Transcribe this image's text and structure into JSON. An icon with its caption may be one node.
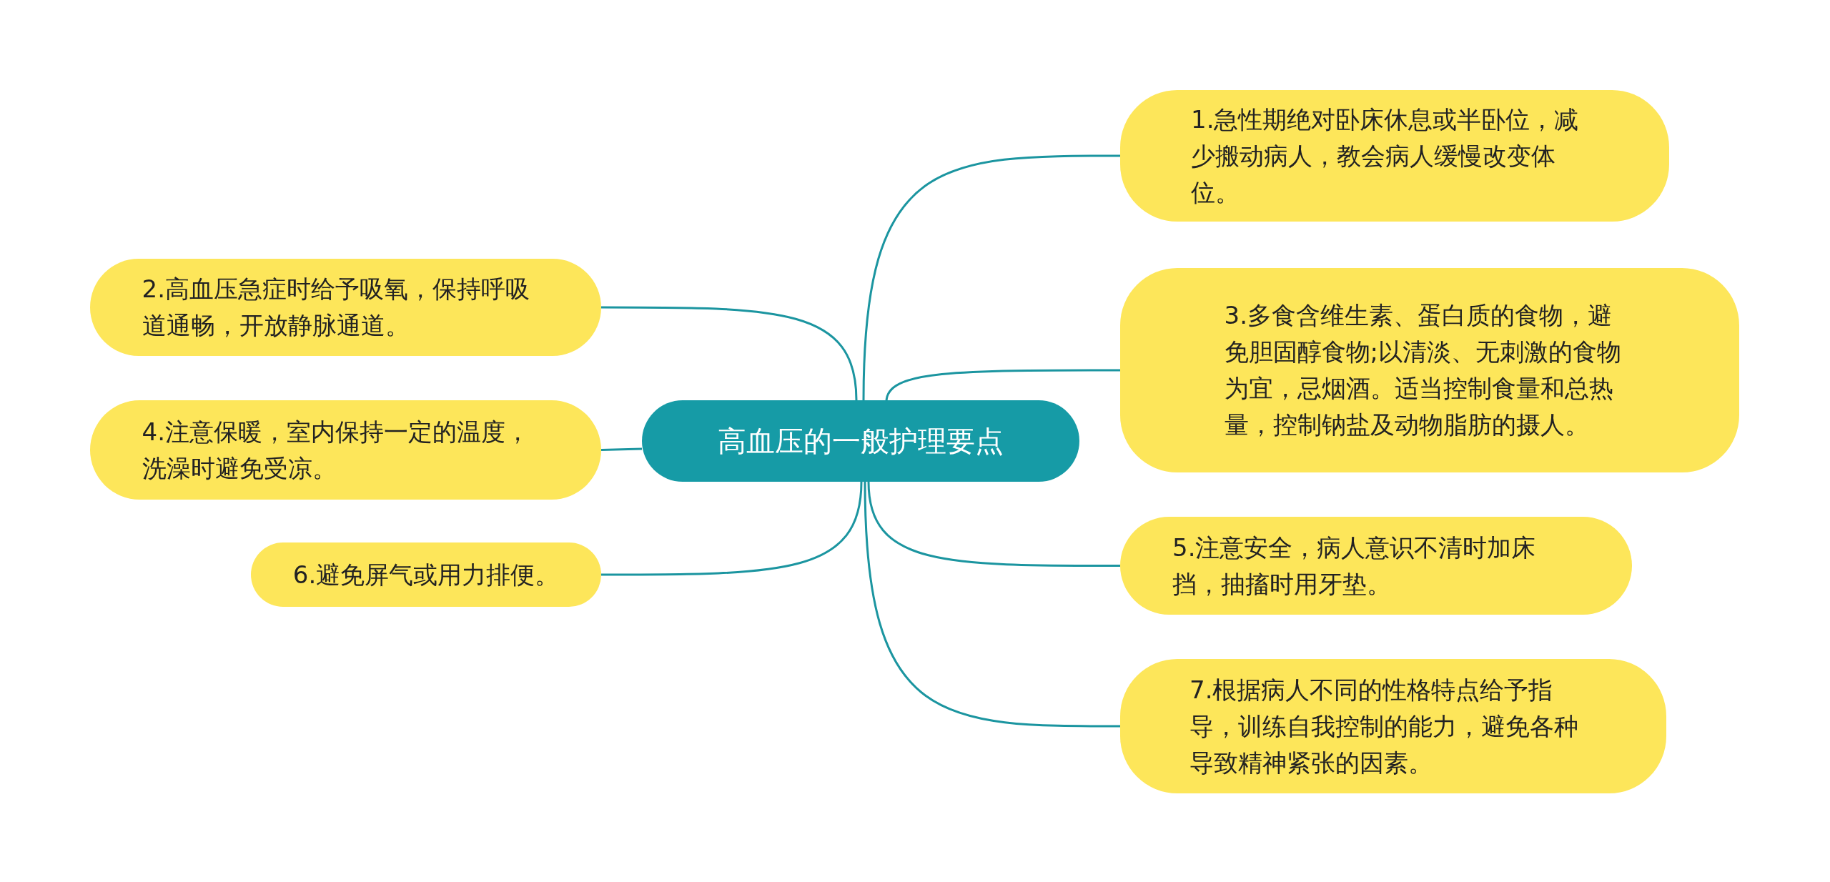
{
  "diagram": {
    "nodes": [
      {
        "text": [
          "高血压的一般护理要点"
        ]
      },
      {
        "text": [
          "1.急性期绝对卧床休息或半卧位，减少搬动病人，教会病人缓慢改变体位。"
        ]
      },
      {
        "text": [
          "2.高血压急症时给予吸氧，保持呼吸道通畅，开放静脉通道。"
        ]
      },
      {
        "text": [
          "3.多食含维生素、蛋白质的食物，避免胆固醇食物;以清淡、无刺激的食物为宜，忌烟酒。适当控制食量和总热量，控制钠盐及动物脂肪的摄人。"
        ]
      },
      {
        "text": [
          "4.注意保暖，室内保持一定的温度，洗澡时避免受凉。"
        ]
      },
      {
        "text": [
          "5.注意安全，病人意识不清时加床挡，抽搐时用牙垫。"
        ]
      },
      {
        "text": [
          "6.避免屏气或用力排便。"
        ]
      },
      {
        "text": [
          "7.根据病人不同的性格特点给予指导，训练自我控制的能力，避免各种导致精神紧张的因素。"
        ]
      }
    ],
    "edges": [
      {
        "from": 0,
        "to": 1,
        "arrow": "none"
      },
      {
        "from": 0,
        "to": 2,
        "arrow": "none"
      },
      {
        "from": 0,
        "to": 3,
        "arrow": "none"
      },
      {
        "from": 0,
        "to": 4,
        "arrow": "none"
      },
      {
        "from": 0,
        "to": 5,
        "arrow": "none"
      },
      {
        "from": 0,
        "to": 6,
        "arrow": "none"
      },
      {
        "from": 0,
        "to": 7,
        "arrow": "none"
      }
    ]
  }
}
